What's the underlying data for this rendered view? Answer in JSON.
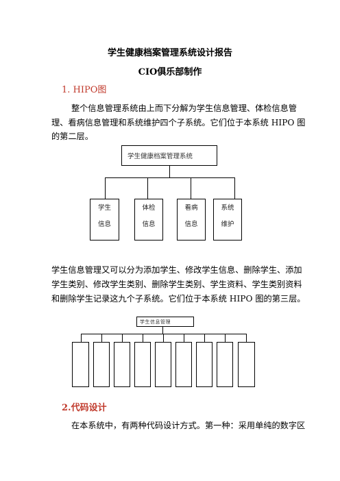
{
  "doc": {
    "title": "学生健康档案管理系统设计报告",
    "subtitle": "CIO俱乐部制作",
    "section1_heading": "1. HIPO图",
    "para1_line1": "整个信息管理系统由上而下分解为学生信息管理、体检信息管",
    "para1_line2": "理、看病信息管理和系统维护四个子系统。它们位于本系统 HIPO 图",
    "para1_line3": "的第二层。",
    "diagram1": {
      "top": "学生健康档案管理系统",
      "children": [
        {
          "line1": "学生",
          "line2": "信息"
        },
        {
          "line1": "体检",
          "line2": "信息"
        },
        {
          "line1": "看病",
          "line2": "信息"
        },
        {
          "line1": "系统",
          "line2": "维护"
        }
      ]
    },
    "para2_line1": "学生信息管理又可以分为添加学生、修改学生信息、删除学生、添加",
    "para2_line2": "学生类别、修改学生类别、删除学生类别、学生资料、学生类别资料",
    "para2_line3": "和删除学生记录这九个子系统。它们位于本系统 HIPO 图的第三层。",
    "diagram2": {
      "top": "学生信息管理"
    },
    "section2_heading": "2.代码设计",
    "para3_line1": "在本系统中，有两种代码设计方式。第一种：采用单纯的数字区"
  },
  "colors": {
    "heading": "#c0392b",
    "text": "#000000"
  }
}
